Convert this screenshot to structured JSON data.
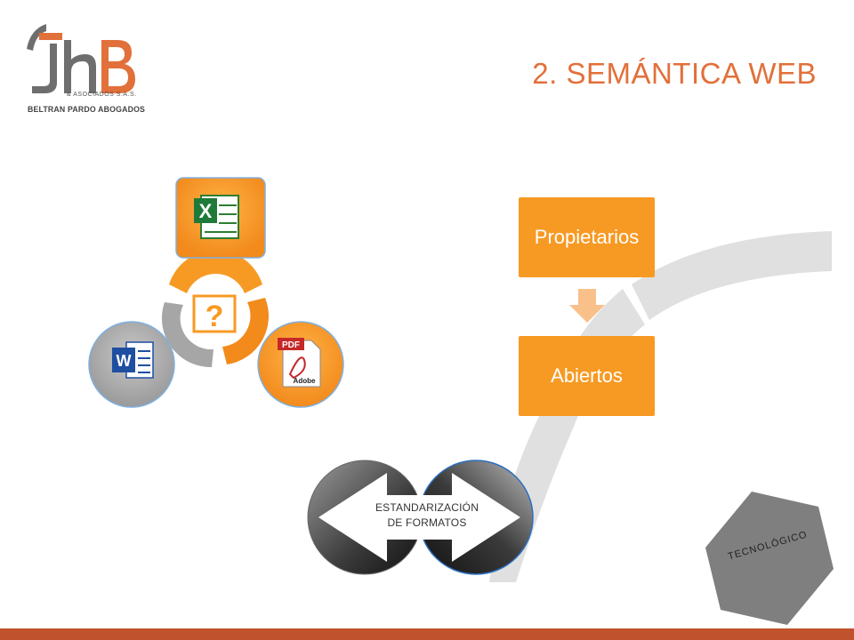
{
  "logo": {
    "letters": "JhB",
    "line1": "& ASOCIADOS S.A.S.",
    "line2": "BELTRAN PARDO ABOGADOS"
  },
  "title": "2. SEMÁNTICA WEB",
  "cycle": {
    "center_symbol": "?",
    "nodes": [
      {
        "icon": "excel-icon",
        "letter": "X"
      },
      {
        "icon": "pdf-icon",
        "badge": "PDF",
        "caption": "Adobe"
      },
      {
        "icon": "word-icon",
        "letter": "W"
      }
    ]
  },
  "process": {
    "steps": [
      "Propietarios",
      "Abiertos"
    ]
  },
  "standardization": {
    "line1": "ESTANDARIZACIÓN",
    "line2": "DE FORMATOS"
  },
  "hexagon": {
    "label": "TECNOLÓGICO"
  },
  "colors": {
    "title": "#e2703a",
    "orange": "#f79a24",
    "footer": "#c0532e",
    "grey": "#a6a6a6"
  }
}
